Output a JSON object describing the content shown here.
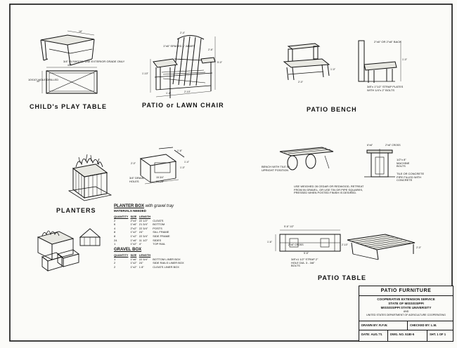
{
  "sections": {
    "childs_play_table": {
      "title": "CHILD's PLAY TABLE",
      "note_top": "3/4\" PLYWOOD, USE EXTERIOR GRADE ONLY",
      "note_bottom": "10X10\" HOLE DRILLED",
      "dims": [
        "42\"",
        "30\"",
        "16\""
      ]
    },
    "patio_chair": {
      "title": "PATIO or LAWN CHAIR",
      "note": "1\"x6\" SPACED 1\" APART",
      "dims": [
        "2'-4\"",
        "2'-6\"",
        "5'-0\"",
        "1'-10\"",
        "1'-4\"",
        "2'-10\""
      ]
    },
    "patio_bench": {
      "title": "PATIO BENCH",
      "note_top": "2\"x6\" OR 2\"x8\" BACK",
      "note_bottom": "3/8\"x 1\"1/2\" STRAP PLATES WITH 1/4\"x 2\" BOLTS",
      "dims": [
        "1'-0\"",
        "2'-0\"",
        "1'-0\""
      ]
    },
    "patio_table": {
      "title": "PATIO TABLE",
      "note_tile": "BENCH WITH TILE IN UPRIGHT POSITION",
      "note_concrete": "USE WEIGHED 28 CEDAR OR REDWOOD, RETREAT FROM IN GRAVEL, OR USE TIN OR PIPE SQUARES, PRESSED WHEN POSTED FINISH IS DESIRED.",
      "note_bolts": "1/2\"x 8\" MACHINE BOLTS",
      "note_fill": "TILE OR CONCRETE PIPE FILLED WITH CONCRETE",
      "note_strap": "3/8\"x1 1/2\" STRAP 2\" HOLE DIA. 3 - 3/8\" BOLTS",
      "dims": [
        "5'-6\" 1/2\"",
        "5'-6\"",
        "1'-6\"",
        "2'-10\"",
        "2'-0\"",
        "2\"x6\" CROSS",
        "6\"x6\""
      ]
    },
    "planters": {
      "title": "PLANTERS",
      "note_holes": "3/4\" DRAIN HOLES",
      "dims": [
        "1'-6\"",
        "1'-4\"",
        "1'-0\"",
        "2'-0\"",
        "15 3/4\"",
        "23 1/8\""
      ]
    }
  },
  "planter_box": {
    "title": "PLANTER BOX",
    "subtitle": "with gravel tray",
    "materials_title": "MATERIALS NEEDED",
    "headers": [
      "QUANTITY",
      "SIZE",
      "LENGTH",
      ""
    ],
    "rows": [
      [
        "2",
        "2\"x4\"",
        "22 1/2\"",
        "CLEATS"
      ],
      [
        "6",
        "1\"x6\"",
        "21 3/4\"",
        "BOTTOM"
      ],
      [
        "4",
        "2\"x2\"",
        "22 3/4\"",
        "POSTS"
      ],
      [
        "8",
        "1\"x2\"",
        "24\"",
        "SILL FRAME"
      ],
      [
        "8",
        "1\"x2\"",
        "22 3/4\"",
        "SIDE FRAME"
      ],
      [
        "24",
        "1\"x6\"",
        "11 1/2\"",
        "SIDES"
      ],
      [
        "1",
        "1\"x2\"",
        "4\"",
        "TOP RAIL"
      ]
    ]
  },
  "gravel_box": {
    "title": "GRAVEL BOX",
    "headers": [
      "QUANTITY",
      "SIZE",
      "LENGTH",
      ""
    ],
    "rows": [
      [
        "1",
        "1\"x6\"",
        "22 3/4\"",
        "BOTTOM LINER BOX"
      ],
      [
        "2",
        "1\"x2\"",
        "24\"",
        "SIDE RAILS LINER BOX"
      ],
      [
        "2",
        "1\"x2\"",
        "1 8\"",
        "CLEATS LINER BOX"
      ]
    ]
  },
  "title_block": {
    "title": "PATIO FURNITURE",
    "line1": "COOPERATIVE EXTENSION SERVICE",
    "line2": "STATE OF MISSISSIPPI",
    "line3": "MISSISSIPPI STATE UNIVERSITY",
    "line4": "AND",
    "line5": "UNITED STATES DEPARTMENT OF AGRICULTURE COOPERATING",
    "drawn": "DRAWN BY: R.F.W.",
    "checked": "CHECKED BY: L.M.",
    "date": "DATE: AUG.'71",
    "dwg": "DWG. NO. 5180-5",
    "sht": "SHT. 1 OF 1"
  }
}
